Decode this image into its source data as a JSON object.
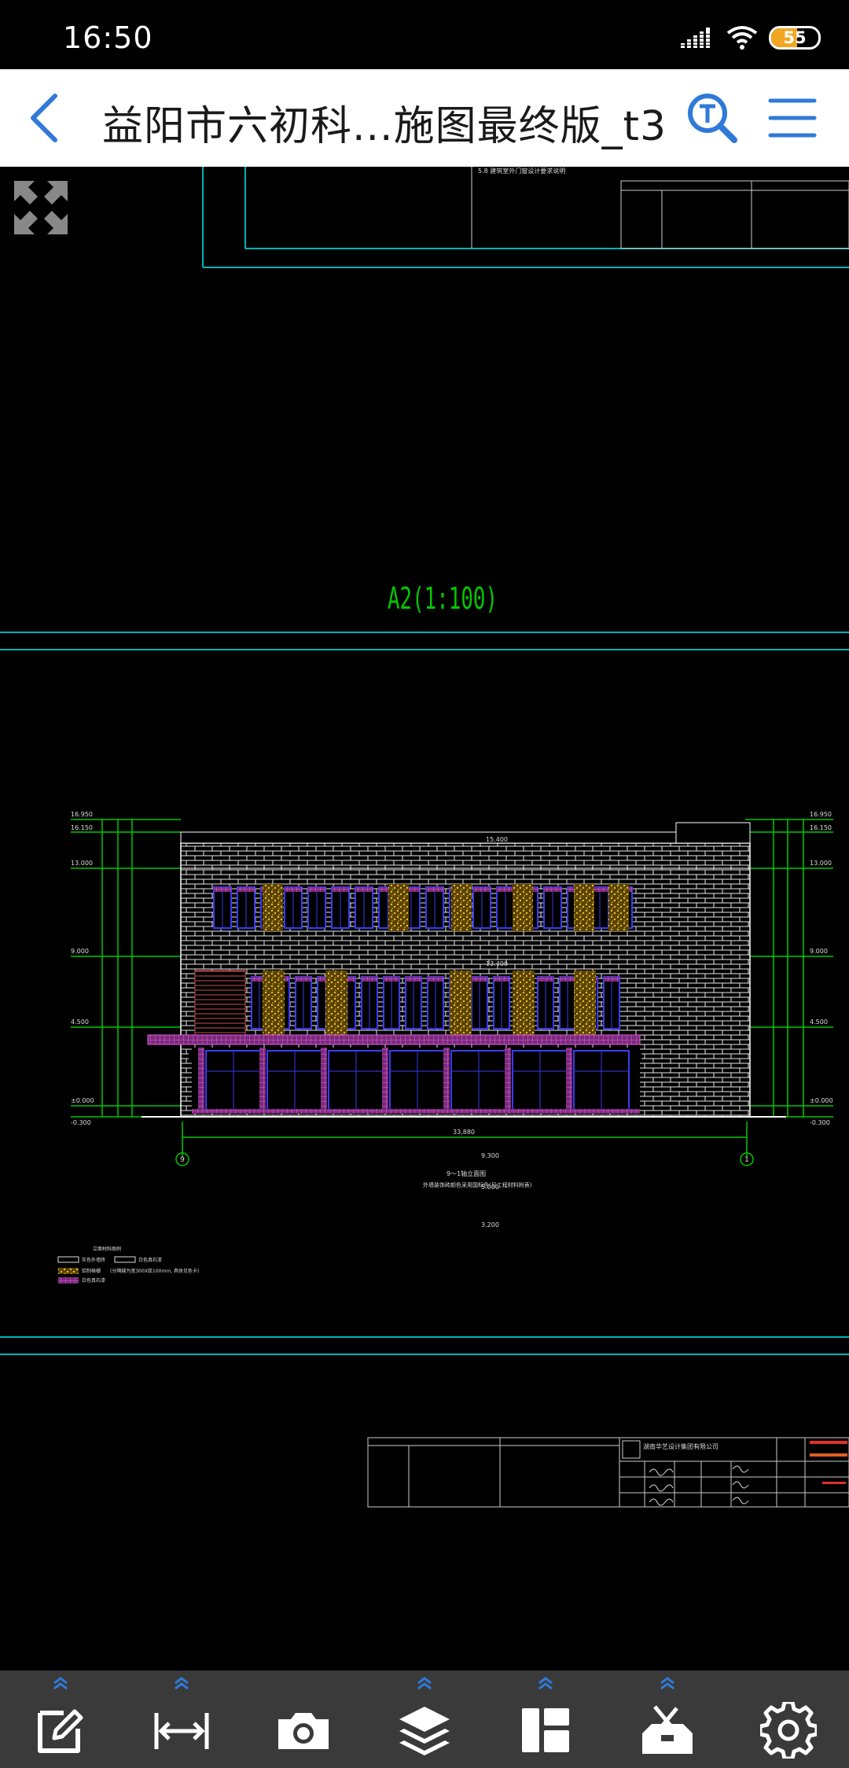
{
  "status_bar": {
    "time": "16:50",
    "battery_level": "55",
    "battery_fraction": 0.55
  },
  "header": {
    "title": "益阳市六初科...施图最终版_t3",
    "back_icon": "chevron-left-icon",
    "search_icon": "text-search-icon",
    "menu_icon": "hamburger-menu-icon"
  },
  "drawing": {
    "sheet_label": "A2(1:100)",
    "upper_note": "5.8 建筑室外门窗设计要求说明",
    "elevation_title": "9～1轴立面图",
    "elevation_note": "外墙装饰砖颜色采用国标色(见工程材料附表)",
    "overall_dimension": "33,880",
    "axis_left": "9",
    "axis_right": "1",
    "elevations_left": [
      "16.950",
      "16.150",
      "13.000",
      "9.000",
      "4.500",
      "±0.000",
      "-0.300"
    ],
    "elevations_right": [
      "16.950",
      "16.150",
      "13.000",
      "9.000",
      "4.500",
      "±0.000",
      "-0.300"
    ],
    "level_marks": [
      "15.400",
      "13.400",
      "9.300",
      "5.000",
      "3.200"
    ],
    "legend_title": "立面材料图例",
    "legend_items": [
      "灰色外墙砖",
      "白色真石漆",
      "铝制格栅",
      "白色真石漆",
      "(分隔缝为宽300X厚100mm, 具体见色卡)"
    ],
    "title_block_company": "湖南华艺设计集团有限公司",
    "colors": {
      "green": "#00c800",
      "cyan": "#00b4b4",
      "white": "#ffffff",
      "blue": "#3a3af0",
      "magenta": "#e060e0",
      "yellow": "#d8b020"
    }
  },
  "toolbar": {
    "tools": [
      {
        "name": "annotate",
        "icon": "edit-note-icon"
      },
      {
        "name": "measure",
        "icon": "measure-distance-icon"
      },
      {
        "name": "snapshot",
        "icon": "camera-icon"
      },
      {
        "name": "layers",
        "icon": "layers-icon"
      },
      {
        "name": "layout",
        "icon": "layout-icon"
      },
      {
        "name": "tools",
        "icon": "toolbox-icon"
      },
      {
        "name": "settings",
        "icon": "gear-icon"
      }
    ]
  }
}
